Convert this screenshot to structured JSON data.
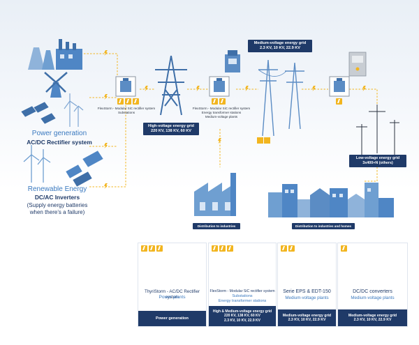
{
  "left_labels": {
    "power_title": "Power generation",
    "power_sub": "AC/DC Rectifier system",
    "renew_title": "Renewable Energy",
    "renew_sub": "DC/AC Inverters",
    "renew_note1": "(Supply energy batteries",
    "renew_note2": "when there’s a failure)"
  },
  "substation_1": {
    "line1": "FlexStorm - Modular SiC rectifier system",
    "line2": "Substations"
  },
  "substation_2": {
    "line1": "FlexStorm - Modular SiC rectifier system",
    "line2": "Energy transformer stations",
    "line3": "Medium-voltage plants"
  },
  "high_voltage": {
    "title": "High-voltage energy grid",
    "values": "220 KV, 138 KV, 60 KV"
  },
  "medium_voltage": {
    "title": "Medium-voltage energy grid",
    "values": "2.3 KV, 10 KV, 22.9 KV"
  },
  "low_voltage": {
    "title": "Low-voltage energy grid",
    "values": "3x400+N (others)"
  },
  "dist_industries": "Distribution to industries",
  "dist_homes": "Distribution to industries and homes",
  "cards": [
    {
      "title": "ThyriStorm - AC/DC Rectifier system",
      "sub1": "Power plants",
      "sub2": "",
      "foot1": "Power generation",
      "foot2": "",
      "foot3": ""
    },
    {
      "title": "FlexStorm - Modular SiC rectifier system",
      "sub1": "Substations",
      "sub2": "Energy transformer stations",
      "foot1": "High & Medium-voltage energy grid",
      "foot2": "220 KV, 138 KV, 60 KV",
      "foot3": "2.3 KV, 10 KV, 22.9 KV"
    },
    {
      "title": "Serie EPS & EDT-150",
      "sub1": "Medium-voltage plants",
      "sub2": "",
      "foot1": "Medium-voltage energy grid",
      "foot2": "2.3 KV, 10 KV, 22.9 KV",
      "foot3": ""
    },
    {
      "title": "DC/DC converters",
      "sub1": "Medium-voltage plants",
      "sub2": "",
      "foot1": "Medium-voltage energy grid",
      "foot2": "2.3 KV, 10 KV, 22.9 KV",
      "foot3": ""
    }
  ],
  "colors": {
    "navy": "#1f3a68",
    "accent_blue": "#3a79bf",
    "bolt_yellow": "#f2b51f",
    "steel": "#5b8cc4"
  }
}
